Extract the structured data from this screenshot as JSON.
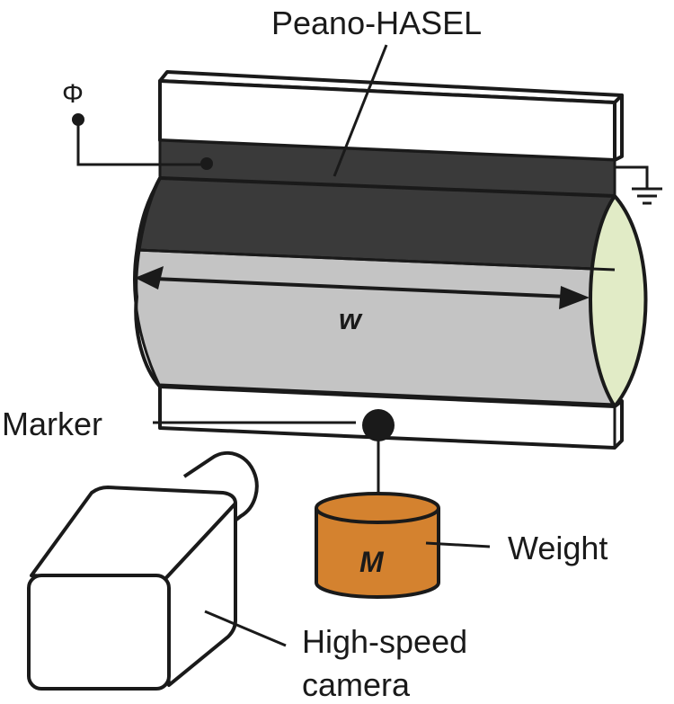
{
  "labels": {
    "actuator": "Peano-HASEL",
    "voltage": "Φ",
    "width": "w",
    "marker": "Marker",
    "weight": "Weight",
    "mass": "M",
    "camera_line1": "High-speed",
    "camera_line2": "camera"
  },
  "colors": {
    "stroke": "#1a1a1a",
    "pouch_dark": "#3a3a3a",
    "pouch_light": "#c4c4c4",
    "side_fluid": "#e1ebc6",
    "weight": "#d4822f",
    "frame": "#ffffff"
  }
}
